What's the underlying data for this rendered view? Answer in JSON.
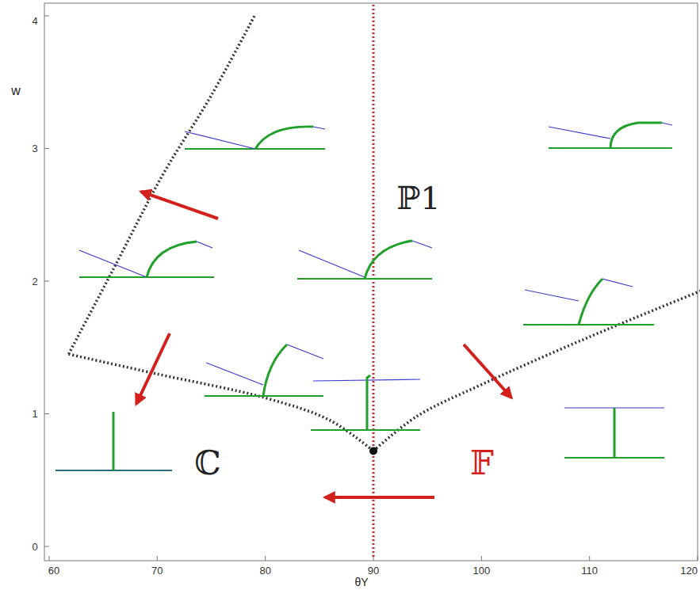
{
  "diagram": {
    "labels": [
      "w",
      "0",
      "1",
      "2",
      "3",
      "4",
      "60",
      "70",
      "80",
      "90",
      "100",
      "110",
      "120",
      "θY",
      "ℙ1",
      "ℂ",
      "𝔽"
    ]
  }
}
